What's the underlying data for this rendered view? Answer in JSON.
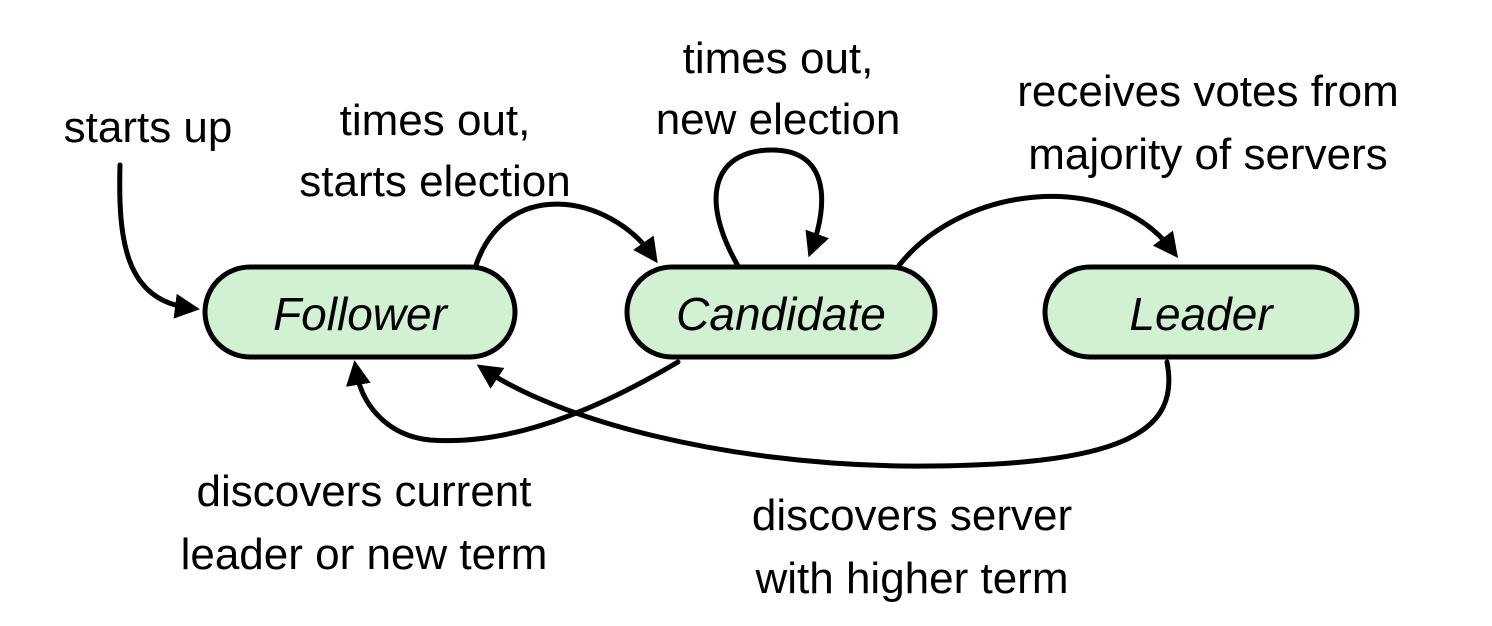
{
  "states": {
    "follower": "Follower",
    "candidate": "Candidate",
    "leader": "Leader"
  },
  "transitions": {
    "start": [
      "starts up"
    ],
    "follower_to_candidate": [
      "times out,",
      "starts election"
    ],
    "candidate_self_loop": [
      "times out,",
      "new election"
    ],
    "candidate_to_leader": [
      "receives votes from",
      "majority of servers"
    ],
    "candidate_to_follower": [
      "discovers current",
      "leader or new term"
    ],
    "leader_to_follower": [
      "discovers server",
      "with higher term"
    ]
  },
  "colors": {
    "node_fill": "#d2f0d2",
    "stroke": "#000000",
    "background": "#ffffff"
  }
}
